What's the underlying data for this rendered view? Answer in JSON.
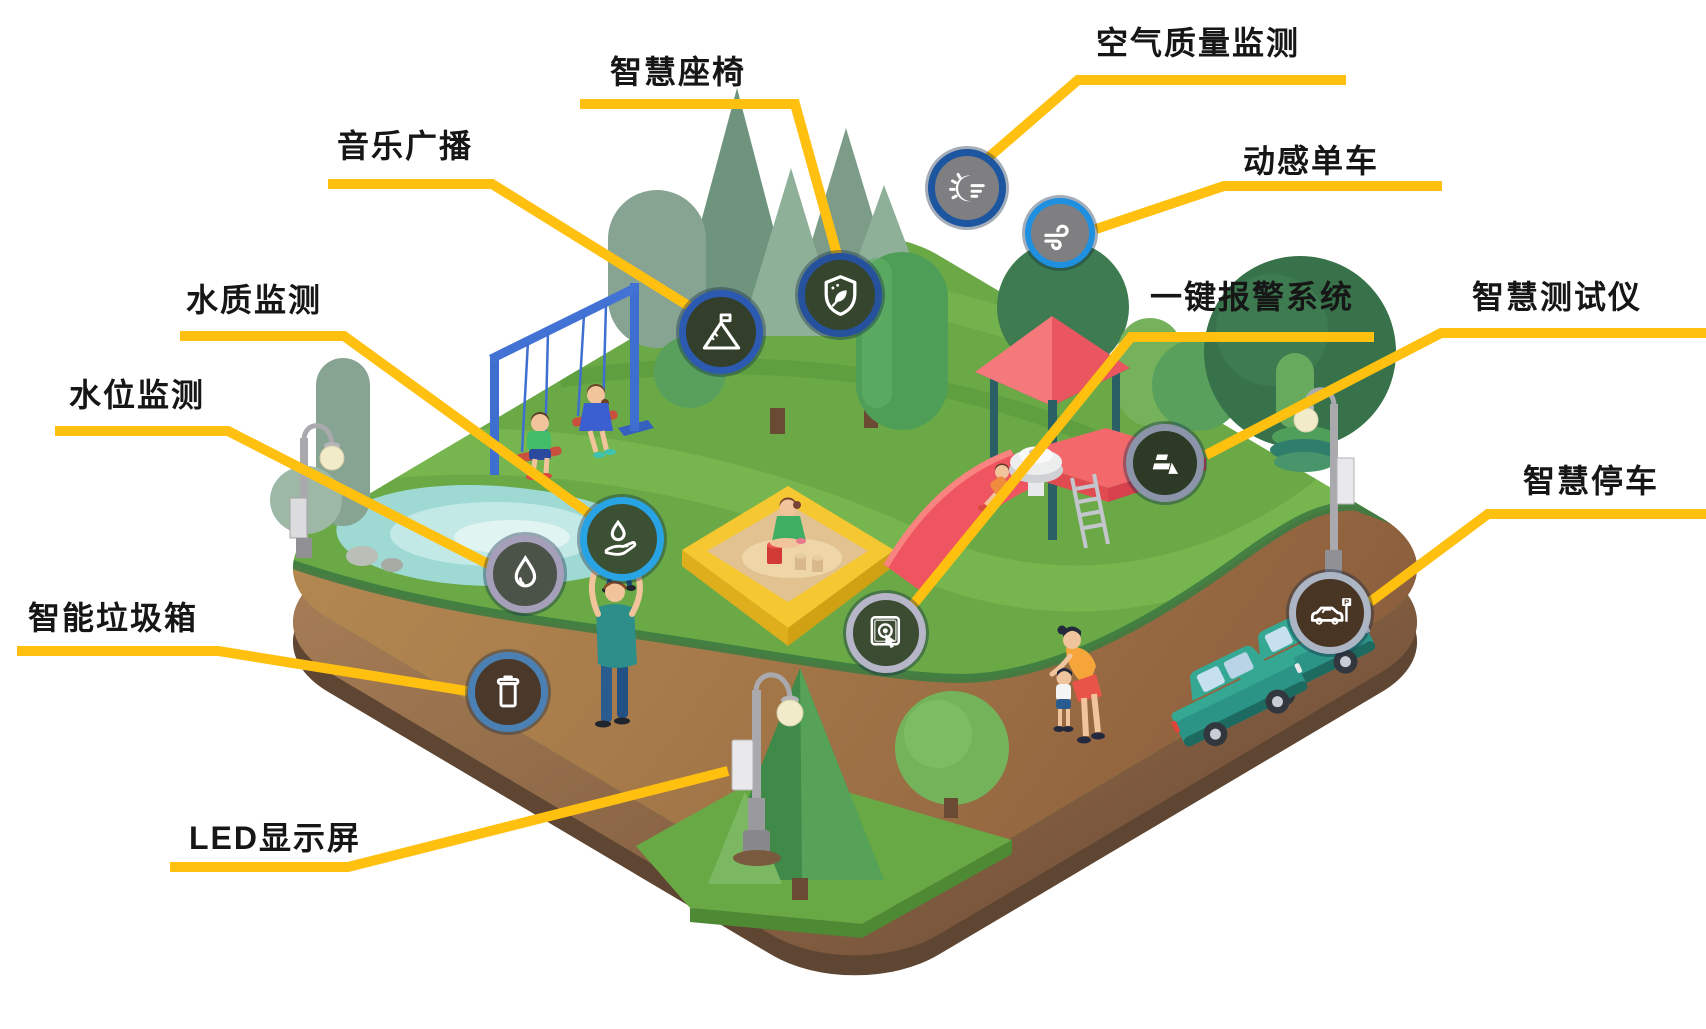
{
  "palette": {
    "background": "#ffffff",
    "callout_line": "#FFC010",
    "label_text": "#161616",
    "grass": "#6aa946",
    "dirt_path": "#a87c4a",
    "soil_side": "#936d4a",
    "pond": "#9ed9d4"
  },
  "callouts": [
    {
      "id": "air-quality",
      "label": "空气质量监测",
      "icon": "sun-moon-wind-icon",
      "ring_color": "#1c56a0"
    },
    {
      "id": "smart-seat",
      "label": "智慧座椅",
      "icon": "shield-leaf-icon",
      "ring_color": "#26519c"
    },
    {
      "id": "music-broadcast",
      "label": "音乐广播",
      "icon": "mountain-flag-icon",
      "ring_color": "#2c5ab0"
    },
    {
      "id": "dynamic-bike",
      "label": "动感单车",
      "icon": "wind-icon",
      "ring_color": "#1f8fe0"
    },
    {
      "id": "water-quality",
      "label": "水质监测",
      "icon": "hand-drop-icon",
      "ring_color": "#28a3e4"
    },
    {
      "id": "water-level",
      "label": "水位监测",
      "icon": "water-drop-icon",
      "ring_color": "#a59fba"
    },
    {
      "id": "smart-trash",
      "label": "智能垃圾箱",
      "icon": "trash-can-icon",
      "ring_color": "#4a80b4"
    },
    {
      "id": "led-screen",
      "label": "LED显示屏",
      "icon": "led-display-panel",
      "ring_color": null
    },
    {
      "id": "alarm-system",
      "label": "一键报警系统",
      "icon": "touch-button-icon",
      "ring_color": "#b6b6c8"
    },
    {
      "id": "smart-tester",
      "label": "智慧测试仪",
      "icon": "bench-steps-icon",
      "ring_color": "#8b94a9"
    },
    {
      "id": "smart-parking",
      "label": "智慧停车",
      "icon": "car-parking-icon",
      "ring_color": "#abb5c4",
      "sign_letter": "P"
    }
  ]
}
